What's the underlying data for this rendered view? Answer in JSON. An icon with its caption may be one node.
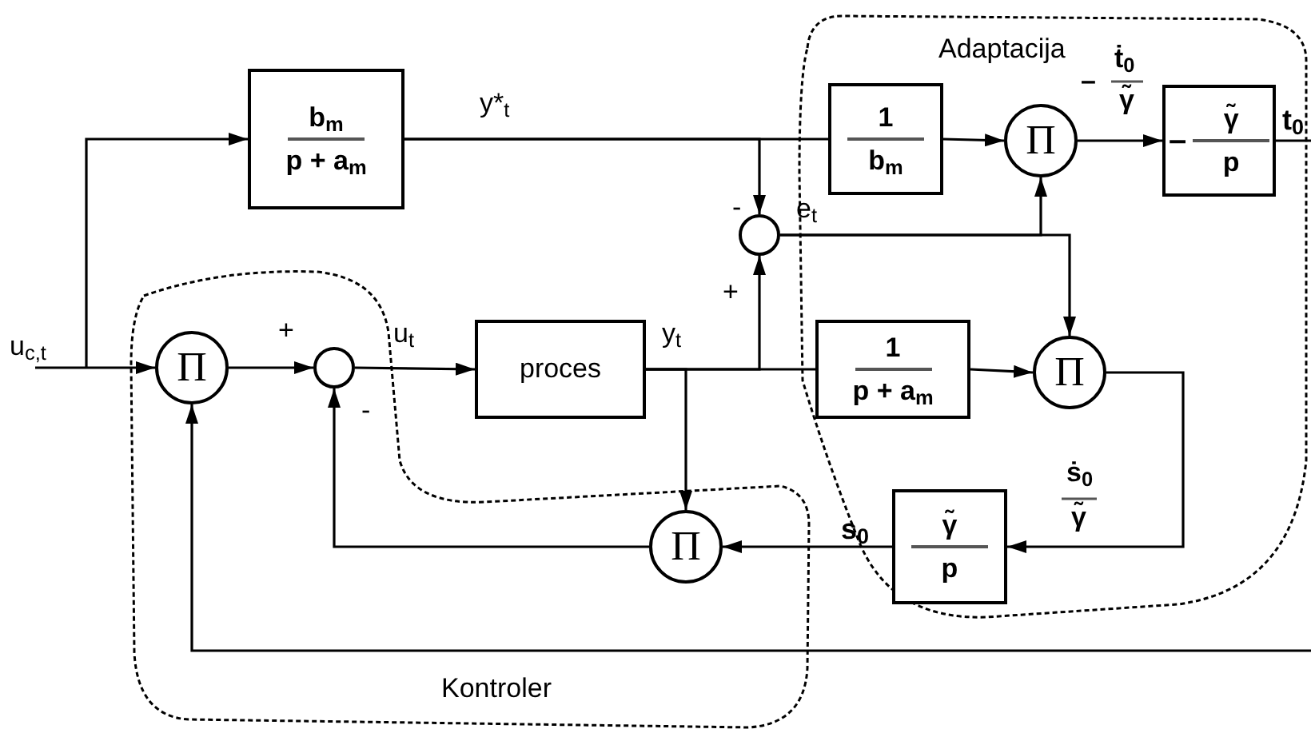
{
  "diagram": {
    "nodes": [
      {
        "text": [
          "b$_{m}$",
          "p + a$_{m}$"
        ]
      },
      {
        "text": [
          "Adaptacija"
        ]
      },
      {
        "text": [
          "1",
          "b$_{m}$"
        ],
        "in": 1
      },
      {
        "text": [
          "Π"
        ],
        "in": 1
      },
      {
        "text": [
          "–",
          "γ̃",
          "p"
        ],
        "in": 1
      },
      {
        "text": [],
        "shape": "circle"
      },
      {
        "text": [
          "Kontroler"
        ]
      },
      {
        "text": [
          "Π"
        ],
        "in": 6
      },
      {
        "text": [],
        "shape": "circle",
        "in": 6
      },
      {
        "text": [
          "proces"
        ]
      },
      {
        "text": [
          "1",
          "p + a$_{m}$"
        ],
        "in": 1
      },
      {
        "text": [
          "Π"
        ],
        "in": 1
      },
      {
        "text": [
          "Π"
        ],
        "in": 6
      },
      {
        "text": [
          "γ̃",
          "p"
        ],
        "in": 1
      }
    ],
    "edges": [
      {
        "from": null,
        "to": 7,
        "arrow": "to",
        "label": "u$_{c,t}$"
      },
      {
        "from": null,
        "to": 0,
        "arrow": "to"
      },
      {
        "from": 0,
        "to": 2,
        "arrow": "none",
        "label": "y*$_{t}$"
      },
      {
        "from": 0,
        "to": 5,
        "arrow": "to",
        "label": "-"
      },
      {
        "from": 2,
        "to": 3,
        "arrow": "to"
      },
      {
        "from": 3,
        "to": 4,
        "arrow": "to"
      },
      {
        "from": 5,
        "to": 3,
        "arrow": "to",
        "label": "e$_{t}$"
      },
      {
        "from": 5,
        "to": 11,
        "arrow": "to"
      },
      {
        "from": 7,
        "to": 8,
        "arrow": "to",
        "label": "+"
      },
      {
        "from": 8,
        "to": 9,
        "arrow": "to",
        "label": "u$_{t}$"
      },
      {
        "from": 9,
        "to": 10,
        "arrow": "none",
        "label": "y$_{t}$"
      },
      {
        "from": 9,
        "to": 5,
        "arrow": "to",
        "label": "+"
      },
      {
        "from": 9,
        "to": 12,
        "arrow": "to"
      },
      {
        "from": 10,
        "to": 11,
        "arrow": "to"
      },
      {
        "from": 11,
        "to": 13,
        "arrow": "to"
      },
      {
        "from": 13,
        "to": 12,
        "arrow": "to",
        "label": "s$_{0}$"
      },
      {
        "from": 12,
        "to": 8,
        "arrow": "to",
        "label": "-"
      },
      {
        "from": 4,
        "to": null,
        "arrow": "none",
        "label": "t$_{0}$"
      },
      {
        "from": null,
        "to": 7,
        "arrow": "to"
      }
    ],
    "labels": [
      "–",
      "ṫ$_{0}$",
      "γ̃",
      "ṡ$_{0}$",
      "γ̃"
    ]
  }
}
